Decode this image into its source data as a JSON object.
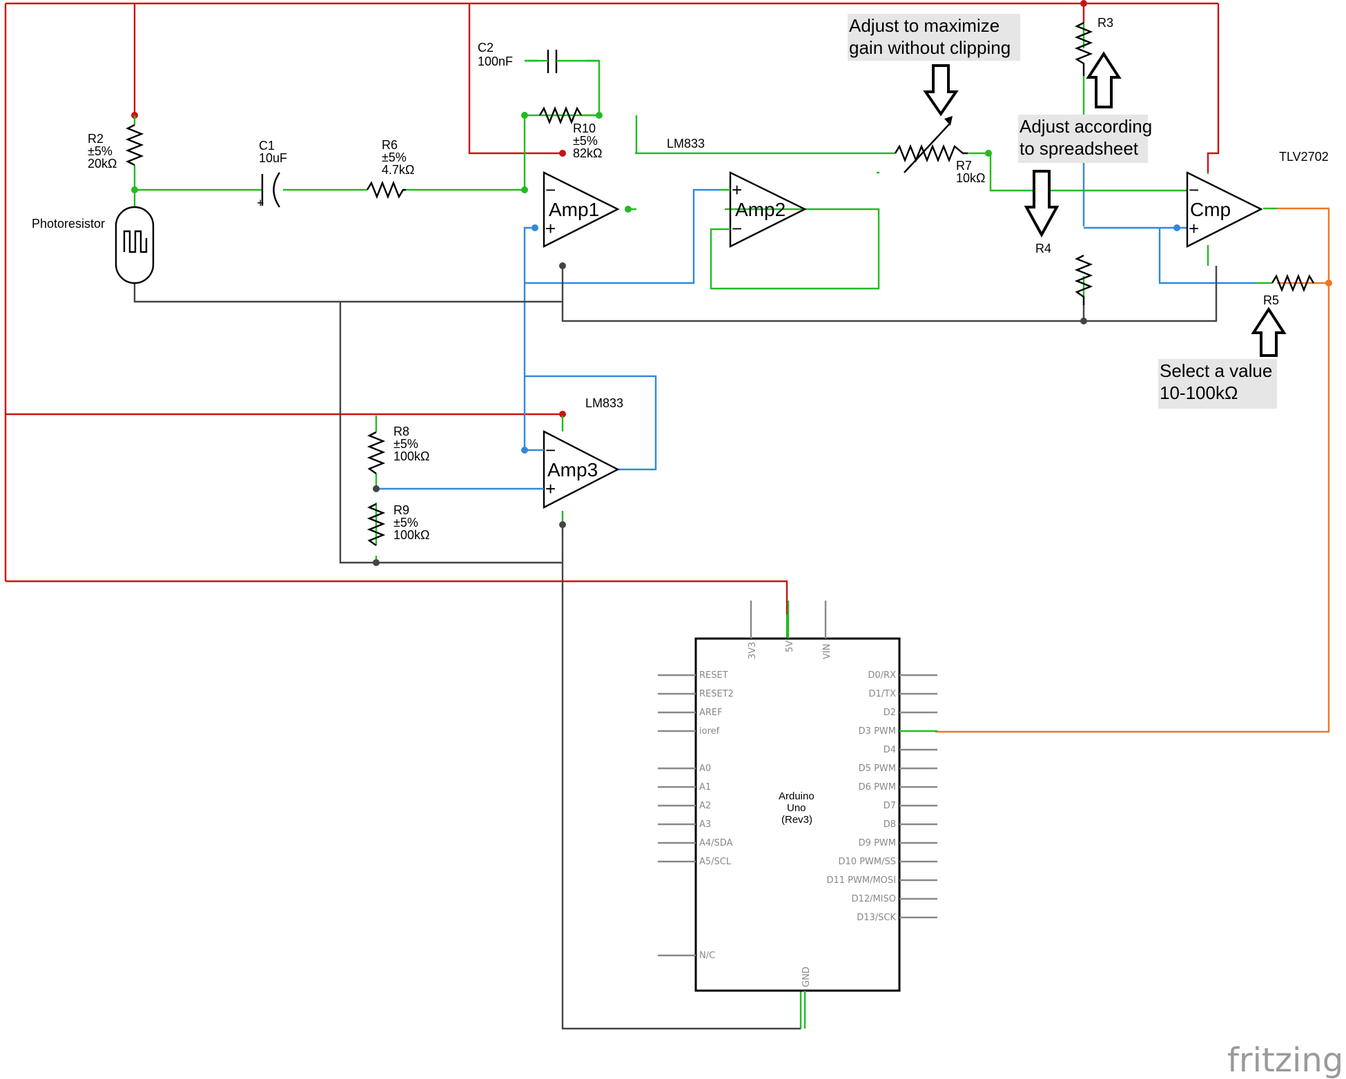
{
  "components": {
    "r2": {
      "name": "R2",
      "tolerance": "±5%",
      "value": "20kΩ"
    },
    "c1": {
      "name": "C1",
      "value": "10uF"
    },
    "r6": {
      "name": "R6",
      "tolerance": "±5%",
      "value": "4.7kΩ"
    },
    "c2": {
      "name": "C2",
      "value": "100nF"
    },
    "r10": {
      "name": "R10",
      "tolerance": "±5%",
      "value": "82kΩ"
    },
    "r7": {
      "name": "R7",
      "value": "10kΩ"
    },
    "r3": {
      "name": "R3"
    },
    "r4": {
      "name": "R4"
    },
    "r5": {
      "name": "R5"
    },
    "r8": {
      "name": "R8",
      "tolerance": "±5%",
      "value": "100kΩ"
    },
    "r9": {
      "name": "R9",
      "tolerance": "±5%",
      "value": "100kΩ"
    },
    "photoresistor": {
      "name": "Photoresistor"
    },
    "lm833_top": "LM833",
    "lm833_bottom": "LM833",
    "tlv2702": "TLV2702",
    "amp1": "Amp1",
    "amp2": "Amp2",
    "amp3": "Amp3",
    "cmp": "Cmp"
  },
  "notes": {
    "gain_line1": "Adjust to maximize",
    "gain_line2": "gain without clipping",
    "spreadsheet_line1": "Adjust according",
    "spreadsheet_line2": "to spreadsheet",
    "select_line1": "Select a value",
    "select_line2": "10-100kΩ"
  },
  "arduino": {
    "title_line1": "Arduino",
    "title_line2": "Uno",
    "title_line3": "(Rev3)",
    "top_pins": [
      "3V3",
      "5V",
      "VIN"
    ],
    "left_pins": [
      "RESET",
      "RESET2",
      "AREF",
      "ioref",
      "A0",
      "A1",
      "A2",
      "A3",
      "A4/SDA",
      "A5/SCL",
      "N/C"
    ],
    "right_pins": [
      "D0/RX",
      "D1/TX",
      "D2",
      "D3 PWM",
      "D4",
      "D5 PWM",
      "D6 PWM",
      "D7",
      "D8",
      "D9 PWM",
      "D10 PWM/SS",
      "D11 PWM/MOSI",
      "D12/MISO",
      "D13/SCK"
    ],
    "bottom_pin": "GND"
  },
  "brand": "fritzing",
  "colors": {
    "vcc_wire": "#cc1111",
    "signal_wire": "#22bb22",
    "reference_wire": "#3388dd",
    "ground_wire": "#444444",
    "output_wire": "#ee7722"
  }
}
